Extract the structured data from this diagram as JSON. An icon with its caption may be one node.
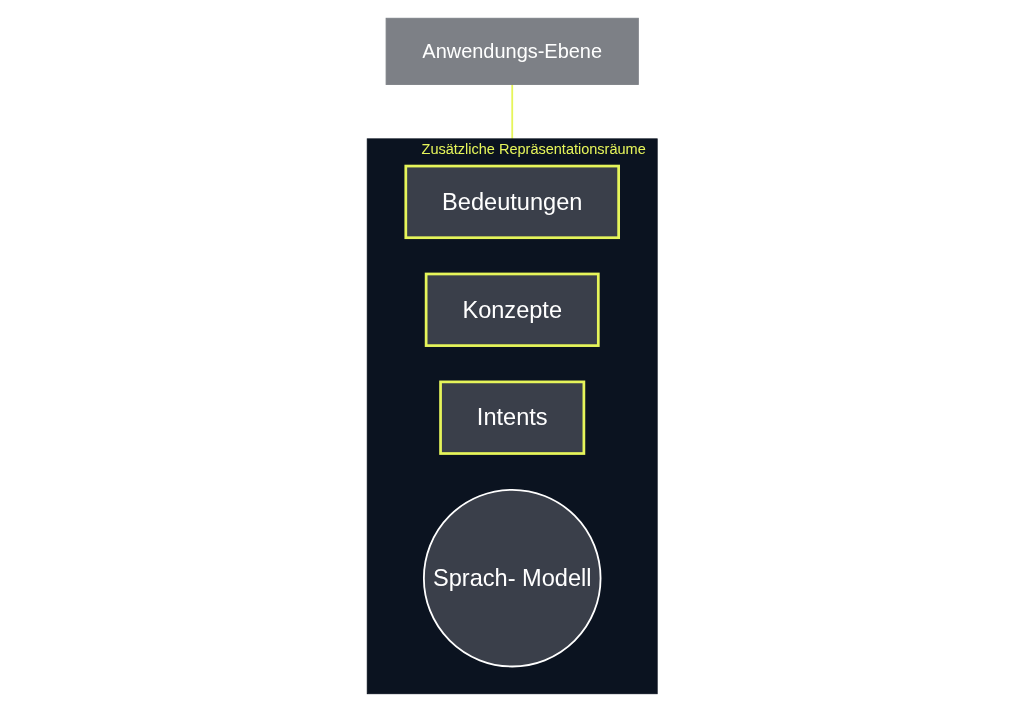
{
  "diagram": {
    "nodes": [
      {
        "text": [
          "Anwendungs-Ebene"
        ]
      },
      {
        "text": [
          "Zusätzliche Repräsentationsräume"
        ]
      },
      {
        "text": [
          "Bedeutungen"
        ],
        "in": 1
      },
      {
        "text": [
          "Konzepte"
        ],
        "in": 1
      },
      {
        "text": [
          "Intents"
        ],
        "in": 1
      },
      {
        "text": [
          "Sprach- Modell"
        ],
        "in": 1
      }
    ],
    "edges": [
      {
        "from": 0,
        "to": 1,
        "arrow": "none",
        "color": "#e6f55a"
      }
    ]
  }
}
